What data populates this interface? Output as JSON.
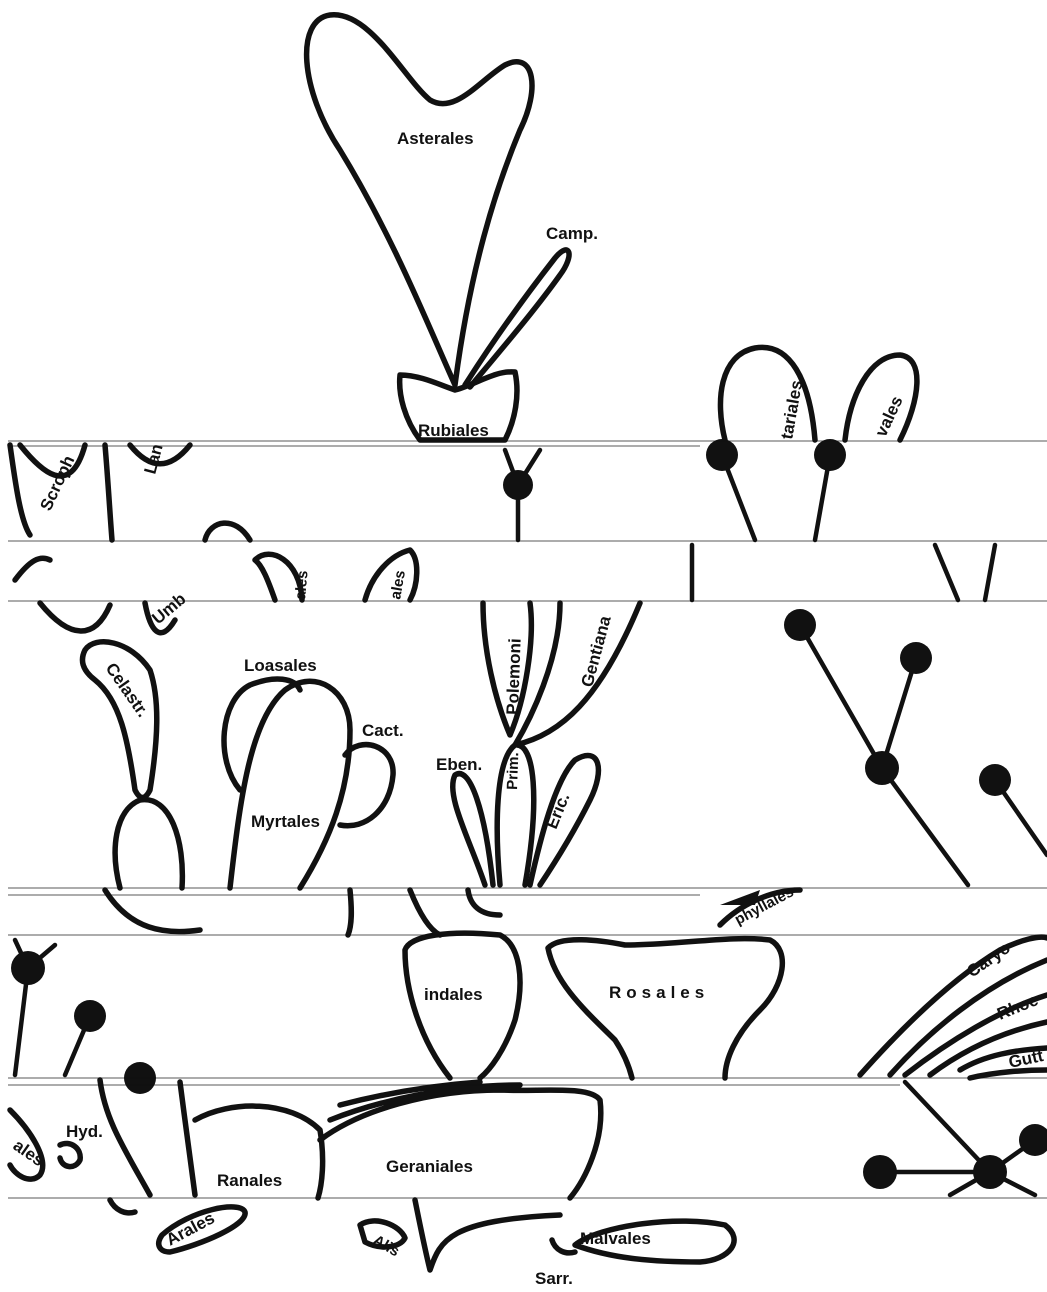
{
  "labels": {
    "asterales": "Asterales",
    "camp": "Camp.",
    "rubiales": "Rubiales",
    "scroph": "Scroph",
    "lam": "Lan",
    "umb": "Umb",
    "celastr": "Celastr.",
    "loasales": "Loasales",
    "cact": "Cact.",
    "myrtales": "Myrtales",
    "polemon": "Polemoni",
    "gentiana": "Gentiana",
    "eben": "Eben.",
    "prim": "Prim.",
    "eric": "Eric.",
    "ales1": "ales",
    "ales2": "ales",
    "tariales": "tariales",
    "vales": "vales",
    "indales": "indales",
    "rosales": "Rosales",
    "phyllales": "phyllales",
    "caryo": "Caryo",
    "rhoe": "Rhoe",
    "gutt": "Gutt",
    "hyd": "Hyd.",
    "ales_left": "ales",
    "ranales": "Ranales",
    "geraniales": "Geraniales",
    "arales": "Arales",
    "alis": "Alis",
    "malvales": "Malvales",
    "sarr": "Sarr."
  },
  "colors": {
    "ink": "#111111",
    "paper": "#ffffff"
  }
}
